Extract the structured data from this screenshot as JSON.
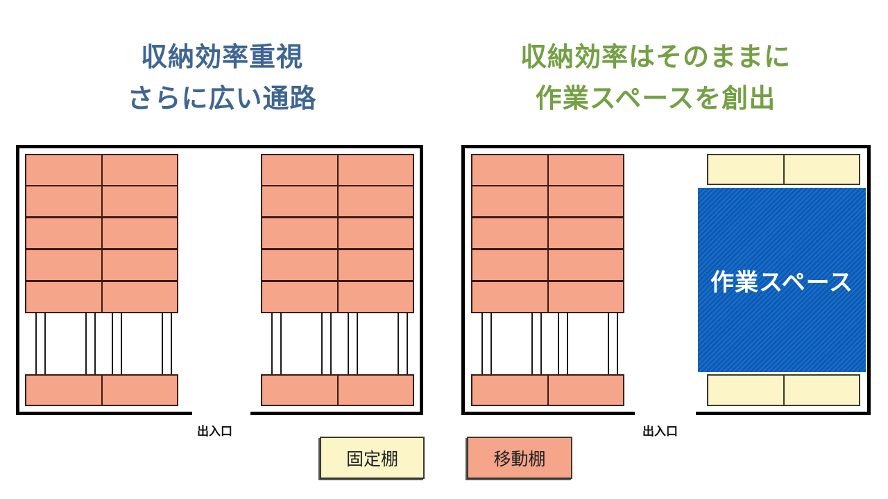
{
  "left_panel": {
    "title_line1": "収納効率重視",
    "title_line2": "さらに広い通路",
    "entrance_label": "出入口"
  },
  "right_panel": {
    "title_line1": "収納効率はそのままに",
    "title_line2": "作業スペースを創出",
    "entrance_label": "出入口",
    "workspace_label": "作業スペース"
  },
  "legend": {
    "fixed_shelf": "固定棚",
    "mobile_shelf": "移動棚"
  },
  "colors": {
    "left_title": "#3f6591",
    "right_title": "#74a045",
    "mobile_shelf": "#f4a58a",
    "fixed_shelf": "#fbf5c8",
    "workspace": "#0a5bb6"
  }
}
